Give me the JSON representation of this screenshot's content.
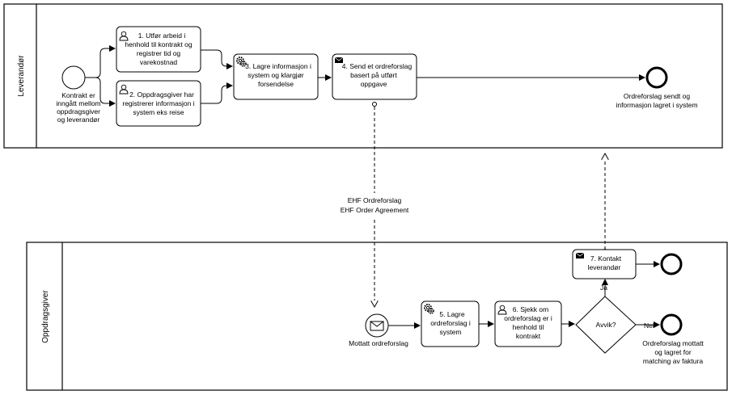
{
  "pools": {
    "top": {
      "name": "Leverandør"
    },
    "bottom": {
      "name": "Oppdragsgiver"
    }
  },
  "events": {
    "start": [
      "Kontrakt er",
      "inngått mellom",
      "oppdragsgiver",
      "og leverandør"
    ],
    "end_top": [
      "Ordreforslag sendt og",
      "informasjon lagret i system"
    ],
    "message_start": [
      "Mottatt ordreforslag"
    ],
    "end_bottom": [
      "Ordreforslag mottatt",
      "og lagret for",
      "matching av faktura"
    ]
  },
  "tasks": {
    "t1": [
      "1. Utfør arbeid i",
      "henhold til kontrakt og",
      "registrer tid og",
      "varekostnad"
    ],
    "t2": [
      "2. Oppdragsgiver har",
      "registrerer informasjon i",
      "system eks reise"
    ],
    "t3": [
      "3. Lagre informasjon i",
      "system og klargjør",
      "forsendelse"
    ],
    "t4": [
      "4. Send et ordreforslag",
      "basert på utført",
      "oppgave"
    ],
    "t5": [
      "5. Lagre",
      "ordreforslag i",
      "system"
    ],
    "t6": [
      "6. Sjekk om",
      "ordreforslag er i",
      "henhold til",
      "kontrakt"
    ],
    "t7": [
      "7. Kontakt",
      "leverandør"
    ]
  },
  "gateway": {
    "label": "Avvik?",
    "yes": "Ja",
    "no": "Nei"
  },
  "message_flow": [
    "EHF Ordreforslag",
    "EHF Order Agreement"
  ]
}
